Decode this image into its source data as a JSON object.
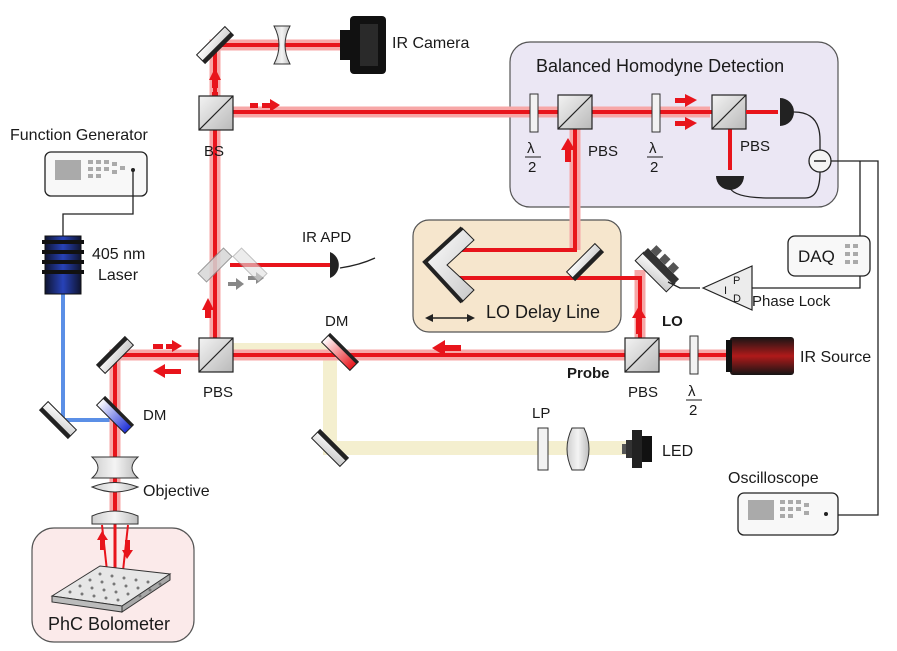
{
  "diagram": {
    "regions": {
      "bhd_title": "Balanced Homodyne Detection",
      "delay_line": "LO Delay Line",
      "bolometer": "PhC Bolometer"
    },
    "instruments": {
      "function_generator": "Function Generator",
      "laser_405_line1": "405 nm",
      "laser_405_line2": "Laser",
      "ir_camera": "IR Camera",
      "ir_apd": "IR APD",
      "daq": "DAQ",
      "phase_lock": "Phase Lock",
      "pid_p": "P",
      "pid_i": "I",
      "pid_d": "D",
      "ir_source": "IR Source",
      "led": "LED",
      "oscilloscope": "Oscilloscope",
      "objective": "Objective"
    },
    "optics": {
      "bs": "BS",
      "pbs": "PBS",
      "dm": "DM",
      "lp": "LP",
      "lo": "LO",
      "probe": "Probe",
      "half_wave_num": "λ",
      "half_wave_den": "2"
    },
    "colors": {
      "beam_ir": "#e8141b",
      "beam_ir_glow": "#f7a7a7",
      "beam_405": "#5b8fe6",
      "beam_led": "#f4efcf",
      "bhd_panel": "#ebe7f4",
      "delay_panel": "#f6e6cd",
      "bolometer_panel": "#fbeaea"
    }
  }
}
